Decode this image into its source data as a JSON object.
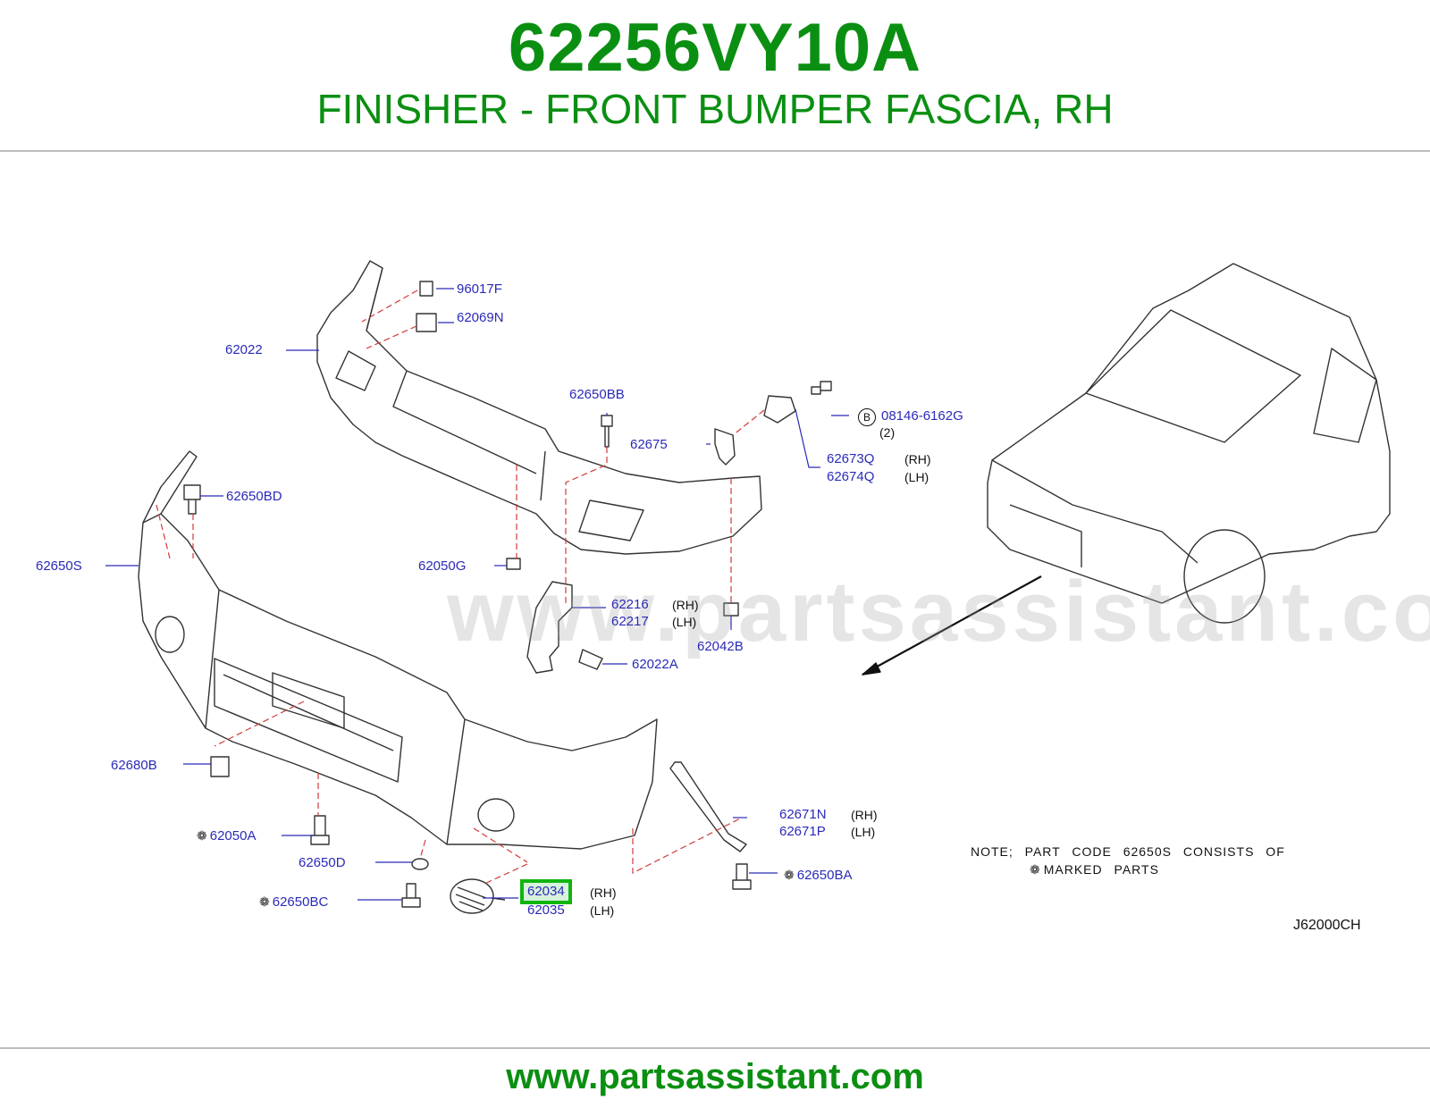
{
  "header": {
    "part_number": "62256VY10A",
    "title": "FINISHER - FRONT BUMPER FASCIA, RH"
  },
  "footer": {
    "url": "www.partsassistant.com"
  },
  "watermark": "www.partsassistant.com",
  "colors": {
    "brand_green": "#0b8f12",
    "label_blue": "#2a2ab8",
    "highlight_green": "#10b510"
  },
  "callouts": [
    {
      "id": "96017F",
      "text": "96017F"
    },
    {
      "id": "62069N",
      "text": "62069N"
    },
    {
      "id": "62022",
      "text": "62022"
    },
    {
      "id": "62650BB",
      "text": "62650BB"
    },
    {
      "id": "62675",
      "text": "62675"
    },
    {
      "id": "08146-6162G",
      "text": "08146-6162G"
    },
    {
      "id": "62673Q",
      "text": "62673Q"
    },
    {
      "id": "62674Q",
      "text": "62674Q"
    },
    {
      "id": "62650BD",
      "text": "62650BD"
    },
    {
      "id": "62650S",
      "text": "62650S"
    },
    {
      "id": "62050G",
      "text": "62050G"
    },
    {
      "id": "62216",
      "text": "62216"
    },
    {
      "id": "62217",
      "text": "62217"
    },
    {
      "id": "62042B",
      "text": "62042B"
    },
    {
      "id": "62022A",
      "text": "62022A"
    },
    {
      "id": "62680B",
      "text": "62680B"
    },
    {
      "id": "62671N",
      "text": "62671N"
    },
    {
      "id": "62671P",
      "text": "62671P"
    },
    {
      "id": "62050A",
      "text": "62050A"
    },
    {
      "id": "62650D",
      "text": "62650D"
    },
    {
      "id": "62650BA",
      "text": "62650BA"
    },
    {
      "id": "62650BC",
      "text": "62650BC"
    },
    {
      "id": "62034",
      "text": "62034"
    },
    {
      "id": "62035",
      "text": "62035"
    }
  ],
  "side_labels": {
    "rh": "(RH)",
    "lh": "(LH)",
    "qty_2": "(2)",
    "b_marker": "B"
  },
  "marked_symbol": "❁",
  "note": {
    "line1": "NOTE; PART CODE 62650S CONSISTS OF",
    "line2": "MARKED PARTS"
  },
  "diagram_code": "J62000CH",
  "selected_part": "62034"
}
